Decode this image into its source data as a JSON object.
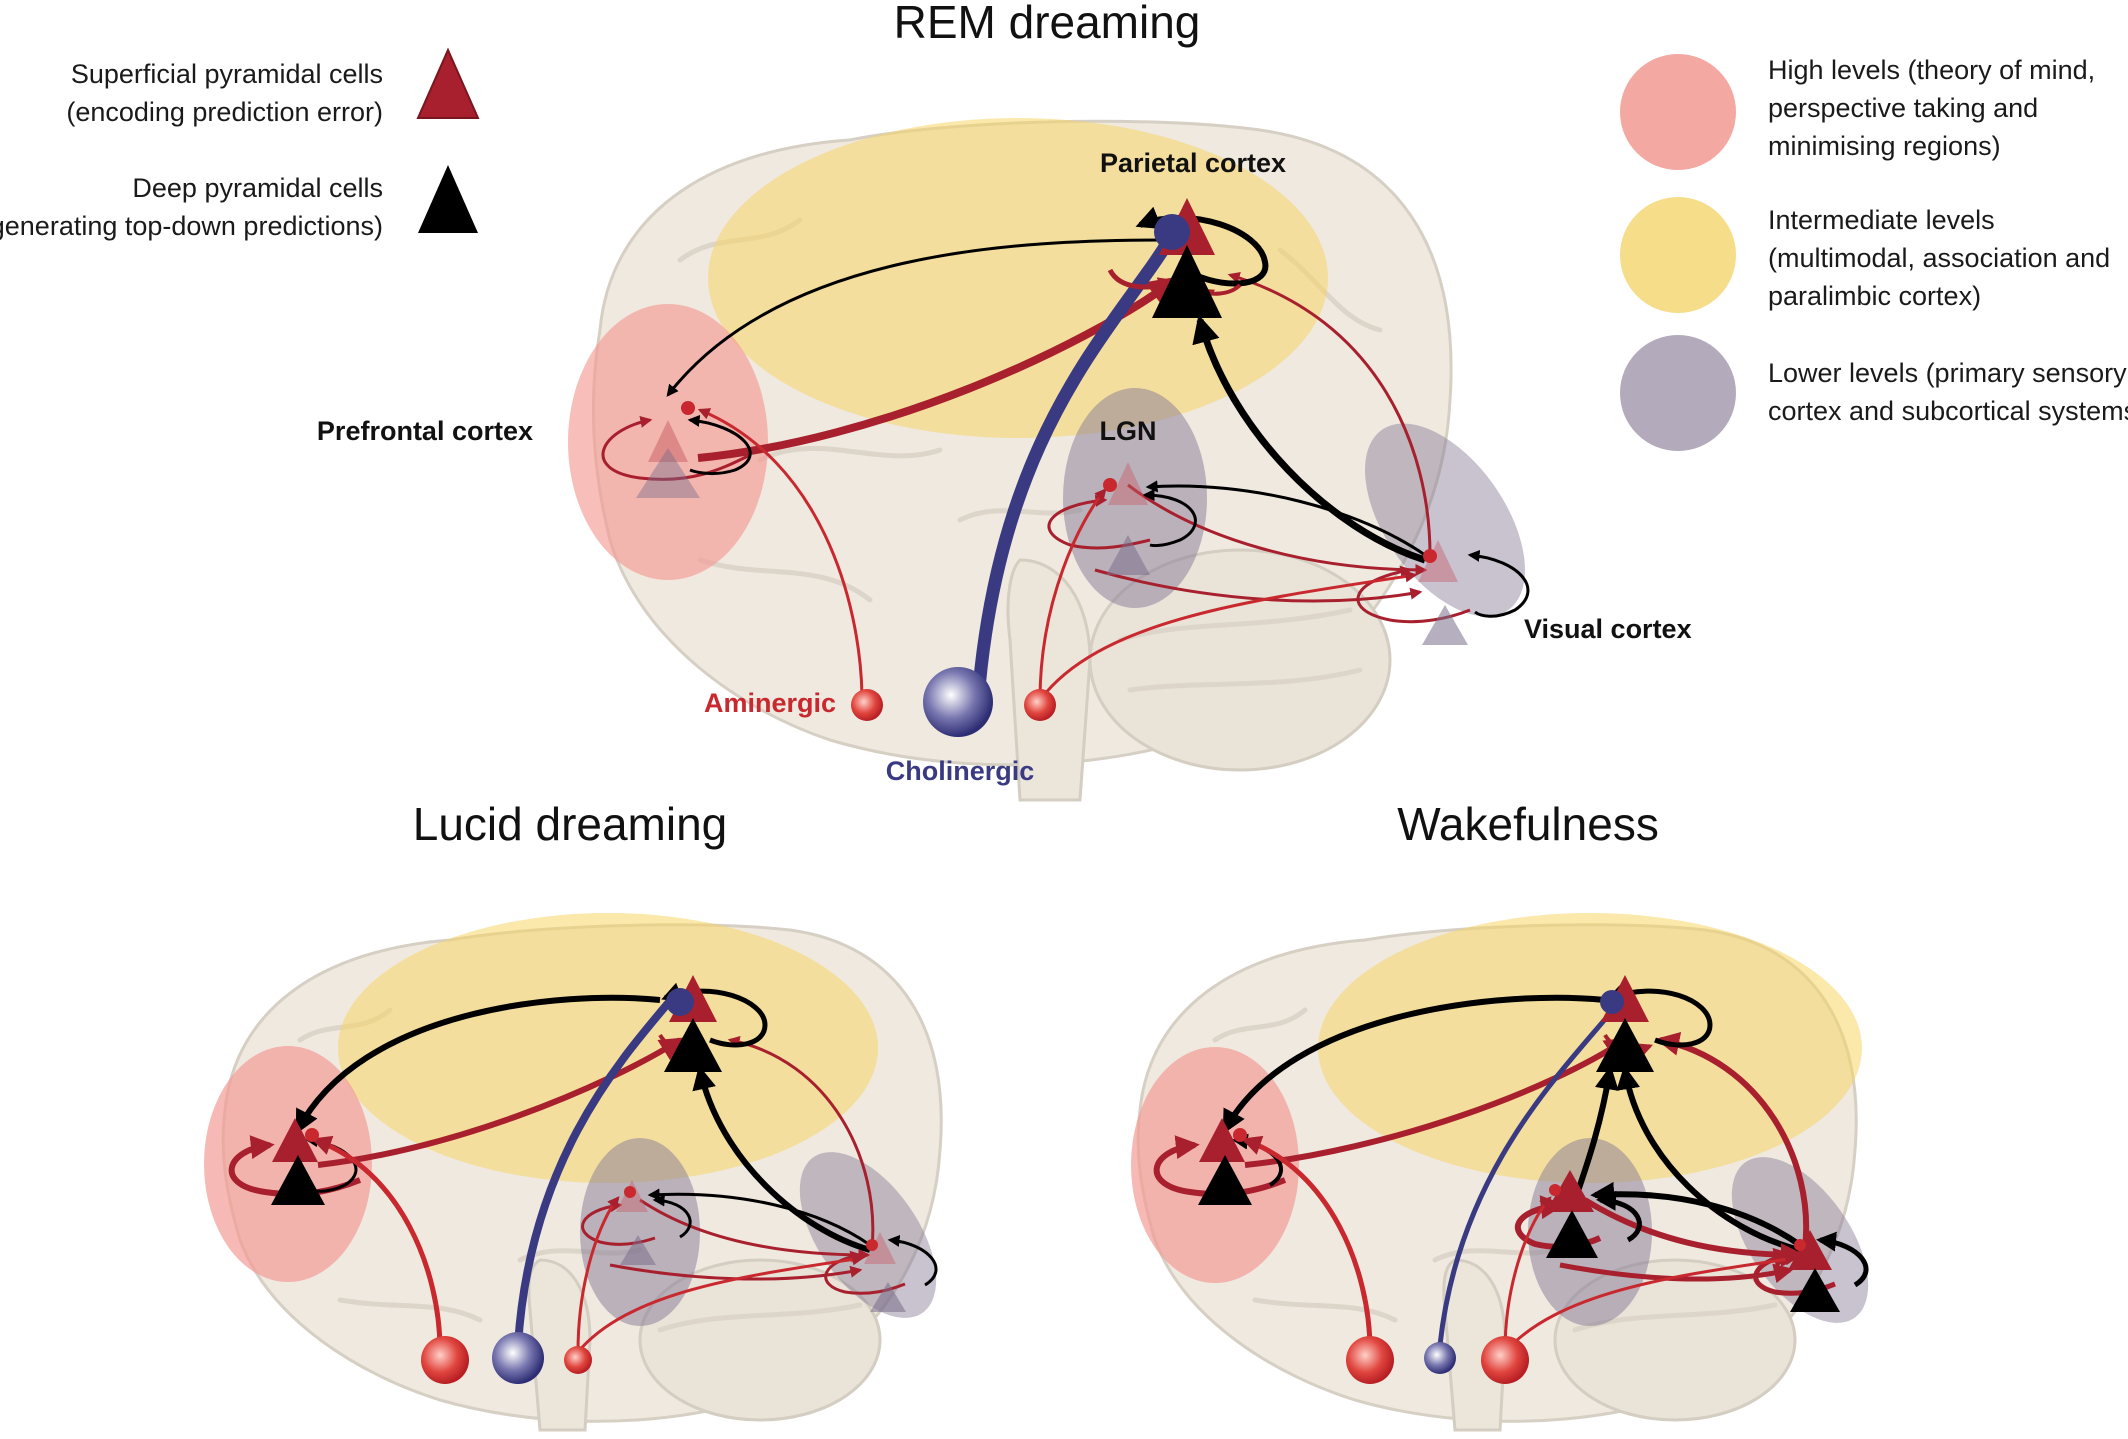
{
  "panels": {
    "rem": {
      "title": "REM dreaming"
    },
    "lucid": {
      "title": "Lucid dreaming"
    },
    "wake": {
      "title": "Wakefulness"
    }
  },
  "regions": {
    "parietal": "Parietal cortex",
    "prefrontal": "Prefrontal cortex",
    "lgn": "LGN",
    "visual": "Visual cortex",
    "aminergic": "Aminergic",
    "cholinergic": "Cholinergic"
  },
  "cell_legend": [
    {
      "line1": "Superficial pyramidal cells",
      "line2": "(encoding prediction error)",
      "color": "#a8202e",
      "shape": "triangle"
    },
    {
      "line1": "Deep pyramidal cells",
      "line2": "(generating top-down predictions)",
      "color": "#000000",
      "shape": "triangle"
    }
  ],
  "level_legend": [
    {
      "lines": [
        "High levels (theory of mind,",
        "perspective taking and",
        "minimising regions)"
      ],
      "color": "#f3a8a2"
    },
    {
      "lines": [
        "Intermediate levels",
        "(multimodal, association and",
        "paralimbic cortex)"
      ],
      "color": "#f6dd8a"
    },
    {
      "lines": [
        "Lower levels (primary sensory",
        "cortex and subcortical systems)"
      ],
      "color": "#9a8fa6"
    }
  ],
  "colors": {
    "error_red": "#a8202e",
    "prediction_black": "#000000",
    "cholinergic_blue": "#3a3a82",
    "aminergic_red": "#c8282e"
  }
}
